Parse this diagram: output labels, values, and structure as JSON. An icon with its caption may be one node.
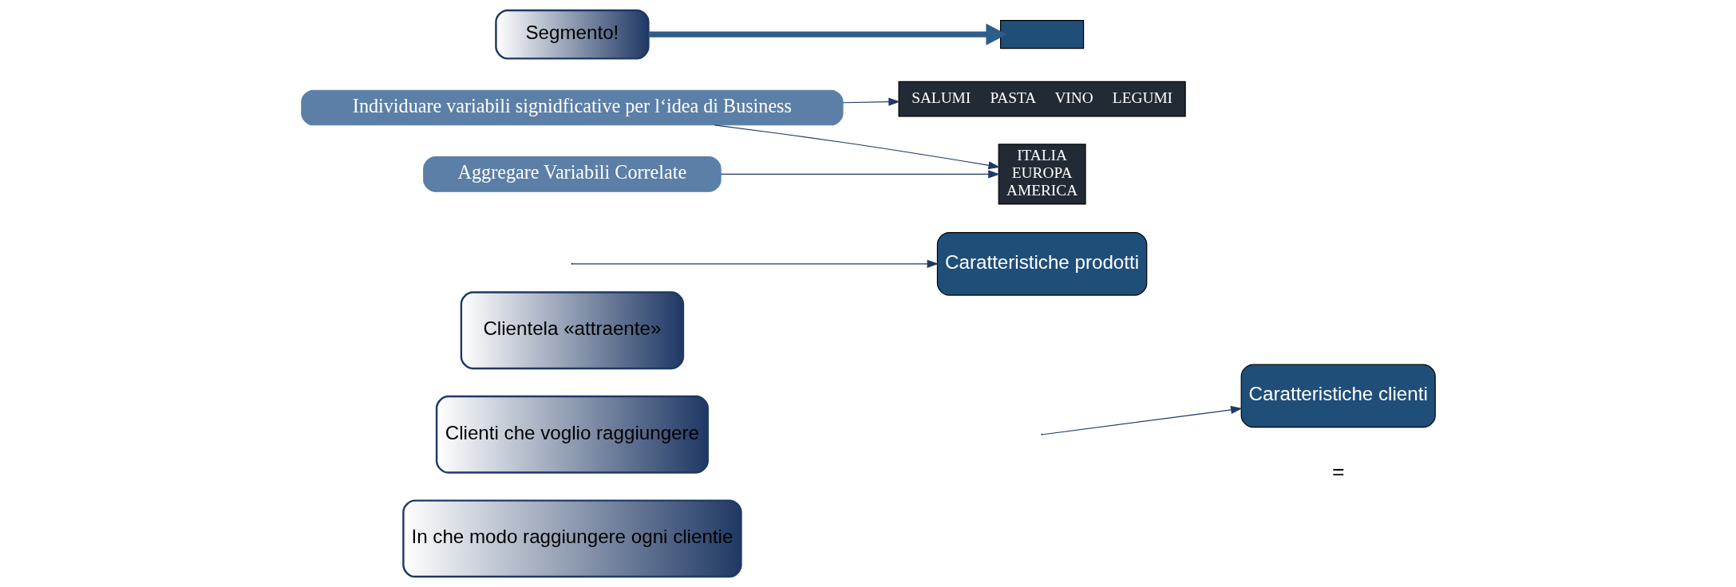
{
  "diagram": {
    "nodes": [
      {
        "text": [
          "Clientela «attraente»"
        ]
      },
      {
        "text": [
          "Clienti che voglio raggiungere"
        ]
      },
      {
        "text": [
          "In che modo raggiungere ogni clientie"
        ]
      },
      {
        "text": [
          "Caratteristiche clienti"
        ]
      },
      {
        "text": [
          "Caratteristiche prodotti"
        ]
      },
      {
        "text": [
          "SALUMI",
          "PASTA",
          "VINO",
          "LEGUMI"
        ]
      },
      {
        "text": [
          "ITALIA",
          "EUROPA",
          "AMERICA"
        ]
      },
      {
        "text": [],
        "shape": "box"
      },
      {
        "text": [
          "Individuare variabili signidficative per l‘idea di Business"
        ]
      },
      {
        "text": [
          "Aggregare Variabili Correlate"
        ]
      },
      {
        "text": [
          "Segmento!"
        ]
      }
    ],
    "edges": [
      {
        "from": null,
        "to": 3,
        "arrow": "to"
      },
      {
        "from": null,
        "to": 4,
        "arrow": "to"
      },
      {
        "from": 8,
        "to": 6,
        "arrow": "to"
      },
      {
        "from": 8,
        "to": 5,
        "arrow": "to"
      },
      {
        "from": 9,
        "to": 6,
        "arrow": "to"
      },
      {
        "from": 10,
        "to": 7,
        "arrow": "to",
        "style": "thick",
        "color": "#2e5d8a"
      }
    ],
    "labels": [
      "="
    ]
  }
}
